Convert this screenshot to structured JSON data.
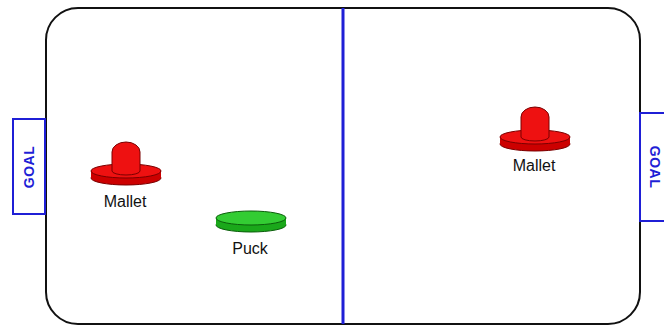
{
  "diagram": {
    "nodes": [
      {
        "text": [
          "GOAL"
        ]
      },
      {
        "text": [
          "GOAL"
        ]
      }
    ],
    "labels": [
      "Mallet",
      "Puck",
      "Mallet"
    ]
  }
}
